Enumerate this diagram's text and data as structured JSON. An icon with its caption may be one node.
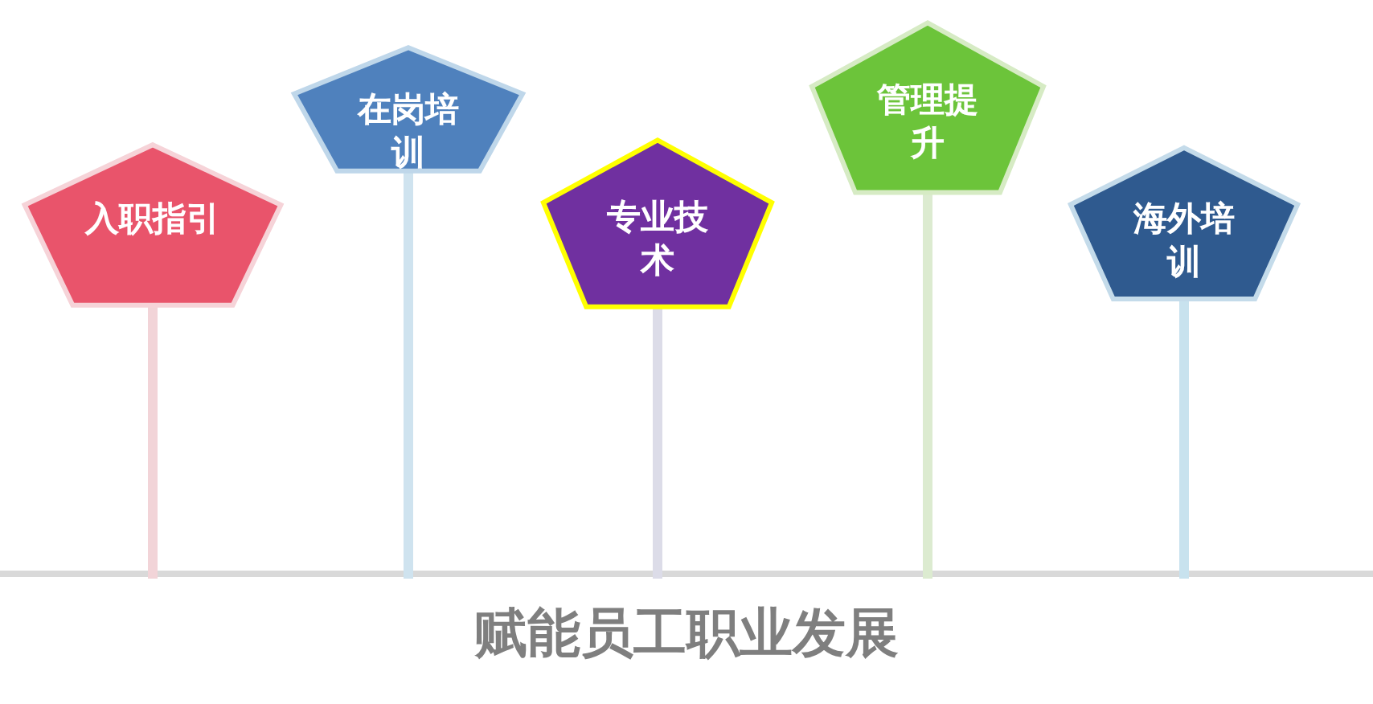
{
  "diagram": {
    "title": "赋能员工职业发展",
    "nodes": [
      {
        "text": [
          "入职指引"
        ]
      },
      {
        "text": [
          "在岗培训"
        ]
      },
      {
        "text": [
          "专业技术"
        ]
      },
      {
        "text": [
          "管理提升"
        ]
      },
      {
        "text": [
          "海外培训"
        ]
      }
    ]
  }
}
